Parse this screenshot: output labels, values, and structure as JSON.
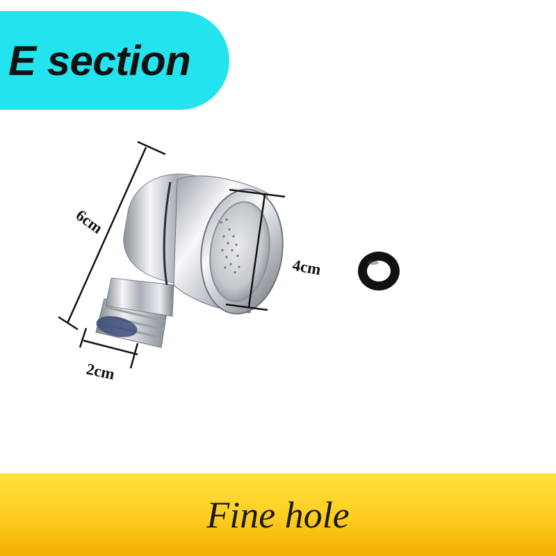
{
  "header": {
    "title": "E section"
  },
  "dimensions": {
    "height_label": "6cm",
    "diameter_label": "4cm",
    "thread_label": "2cm"
  },
  "footer": {
    "label": "Fine hole"
  },
  "colors": {
    "badge": "#22e3ee",
    "footer_light": "#ffe23a",
    "footer_mid": "#ffc516",
    "footer_dark": "#f2a800",
    "chrome": "#c7ccd2",
    "washer": "#111111"
  },
  "icons": {
    "product": "shower-head-elbow-adapter",
    "accessory": "rubber-washer-ring"
  }
}
